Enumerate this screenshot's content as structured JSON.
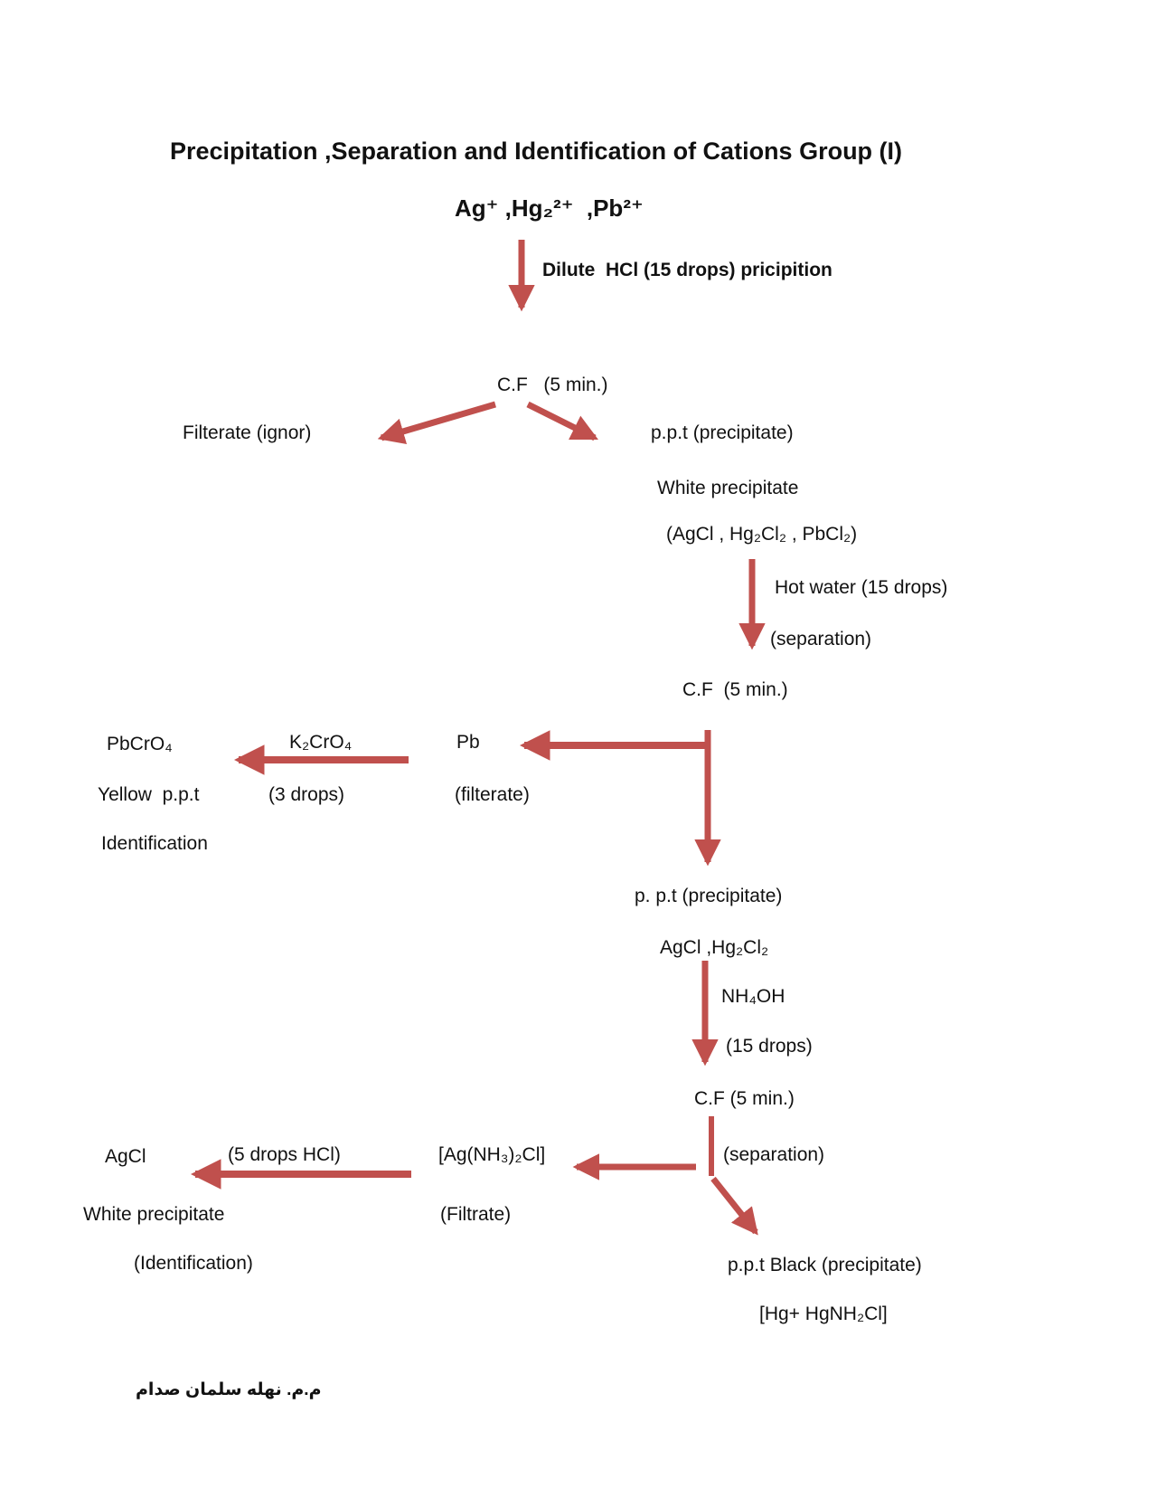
{
  "page": {
    "background_color": "#ffffff",
    "text_color": "#111111",
    "arrow_color": "#c0504d"
  },
  "flow": {
    "title": "Precipitation ,Separation and Identification of Cations Group (I)",
    "ions": "Ag⁺ ,Hg₂²⁺  ,Pb²⁺",
    "step1": {
      "reagent_label": "Dilute  HCl (15 drops) pricipition"
    },
    "cf1": {
      "label": "C.F   (5 min.)",
      "left_result": "Filterate (ignor)",
      "right_result": "p.p.t (precipitate)"
    },
    "white_ppt": {
      "line1": "White precipitate",
      "line2": "(AgCl , Hg₂Cl₂ , PbCl₂)"
    },
    "hot_water": {
      "reagent_label": "Hot water (15 drops)",
      "action_label": "(separation)"
    },
    "cf2": {
      "label": "C.F  (5 min.)"
    },
    "pb_branch": {
      "filtrate_ion": "Pb",
      "filtrate_label": "(filterate)",
      "reagent": "K₂CrO₄",
      "reagent_amount": "(3 drops)",
      "product": "PbCrO₄",
      "result": "Yellow  p.p.t",
      "note": "Identification"
    },
    "ppt2": {
      "label": "p. p.t (precipitate)",
      "formula": "AgCl ,Hg₂Cl₂"
    },
    "nh4oh": {
      "reagent": "NH₄OH",
      "amount": "(15 drops)"
    },
    "cf3": {
      "label": "C.F (5 min.)",
      "action_label": "(separation)"
    },
    "ag_branch": {
      "filtrate_formula": "[Ag(NH₃)₂Cl]",
      "filtrate_label": "(Filtrate)",
      "reagent": "(5 drops HCl)",
      "product": "AgCl",
      "result": "White precipitate",
      "note": "(Identification)"
    },
    "hg_branch": {
      "label": "p.p.t Black (precipitate)",
      "formula": "[Hg+ HgNH₂Cl]"
    },
    "footer": {
      "author": "م.م. نهله سلمان صدام"
    }
  }
}
